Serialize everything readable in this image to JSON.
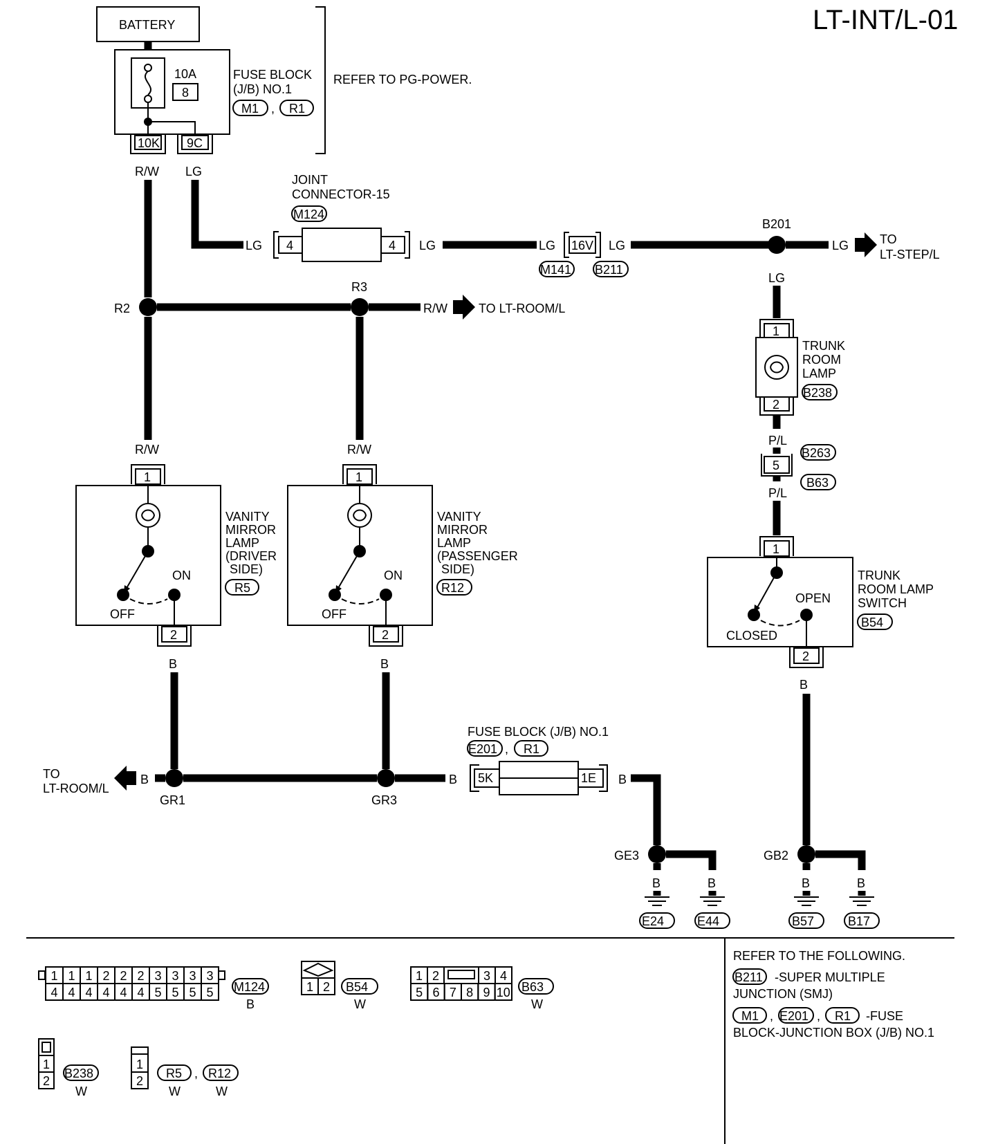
{
  "title": "LT-INT/L-01",
  "battery": "BATTERY",
  "fuse_top": {
    "amp": "10A",
    "num": "8",
    "label1": "FUSE BLOCK",
    "label2": "(J/B) NO.1",
    "c1": "M1",
    "c2": "R1",
    "t1": "10K",
    "t2": "9C",
    "refer": "REFER TO PG-POWER."
  },
  "wires": {
    "rw": "R/W",
    "lg": "LG",
    "b": "B",
    "pl": "P/L"
  },
  "joint": {
    "line1": "JOINT",
    "line2": "CONNECTOR-15",
    "conn": "M124",
    "pin": "4"
  },
  "inline16v": {
    "pin": "16V",
    "c1": "M141",
    "c2": "B211"
  },
  "nodes": {
    "r2": "R2",
    "r3": "R3",
    "b201": "B201",
    "gr1": "GR1",
    "gr3": "GR3",
    "ge3": "GE3",
    "gb2": "GB2"
  },
  "dest": {
    "to": "TO",
    "lt_step": "LT-STEP/L",
    "to_room": "TO LT-ROOM/L",
    "lt_room": "LT-ROOM/L"
  },
  "trunk_lamp": {
    "l1": "TRUNK",
    "l2": "ROOM",
    "l3": "LAMP",
    "conn": "B238",
    "p1": "1",
    "p2": "2"
  },
  "b263": {
    "c1": "B263",
    "c2": "B63",
    "pin": "5"
  },
  "vanity_driver": {
    "l1": "VANITY",
    "l2": "MIRROR",
    "l3": "LAMP",
    "l4": "(DRIVER",
    "l5": "SIDE)",
    "conn": "R5",
    "off": "OFF",
    "on": "ON",
    "p1": "1",
    "p2": "2"
  },
  "vanity_pass": {
    "l1": "VANITY",
    "l2": "MIRROR",
    "l3": "LAMP",
    "l4": "(PASSENGER",
    "l5": "SIDE)",
    "conn": "R12",
    "off": "OFF",
    "on": "ON",
    "p1": "1",
    "p2": "2"
  },
  "trunk_switch": {
    "l1": "TRUNK",
    "l2": "ROOM LAMP",
    "l3": "SWITCH",
    "conn": "B54",
    "open": "OPEN",
    "closed": "CLOSED",
    "p1": "1",
    "p2": "2"
  },
  "fuse_bottom": {
    "label": "FUSE BLOCK (J/B) NO.1",
    "c1": "E201",
    "c2": "R1",
    "t1": "5K",
    "t2": "1E"
  },
  "grounds": [
    "E24",
    "E44",
    "B57",
    "B17"
  ],
  "legend": {
    "m124": {
      "top": [
        "1",
        "1",
        "1",
        "2",
        "2",
        "2",
        "3",
        "3",
        "3",
        "3"
      ],
      "bottom": [
        "4",
        "4",
        "4",
        "4",
        "4",
        "4",
        "5",
        "5",
        "5",
        "5"
      ],
      "name": "M124",
      "color": "B"
    },
    "b54": {
      "pins": [
        "1",
        "2"
      ],
      "name": "B54",
      "color": "W"
    },
    "b63": {
      "top": [
        "1",
        "2",
        "3",
        "4"
      ],
      "bottom": [
        "5",
        "6",
        "7",
        "8",
        "9",
        "10"
      ],
      "name": "B63",
      "color": "W"
    },
    "b238": {
      "pins": [
        "1",
        "2"
      ],
      "name": "B238",
      "color": "W"
    },
    "r5r12": {
      "pins": [
        "1",
        "2"
      ],
      "name1": "R5",
      "name2": "R12",
      "color": "W"
    }
  },
  "refer": {
    "head": "REFER TO THE FOLLOWING.",
    "smj_conn": "B211",
    "smj1": "-SUPER MULTIPLE",
    "smj2": "JUNCTION (SMJ)",
    "fb_c1": "M1",
    "fb_c2": "E201",
    "fb_c3": "R1",
    "fb1": "-FUSE",
    "fb2": "BLOCK-JUNCTION BOX (J/B) NO.1"
  }
}
